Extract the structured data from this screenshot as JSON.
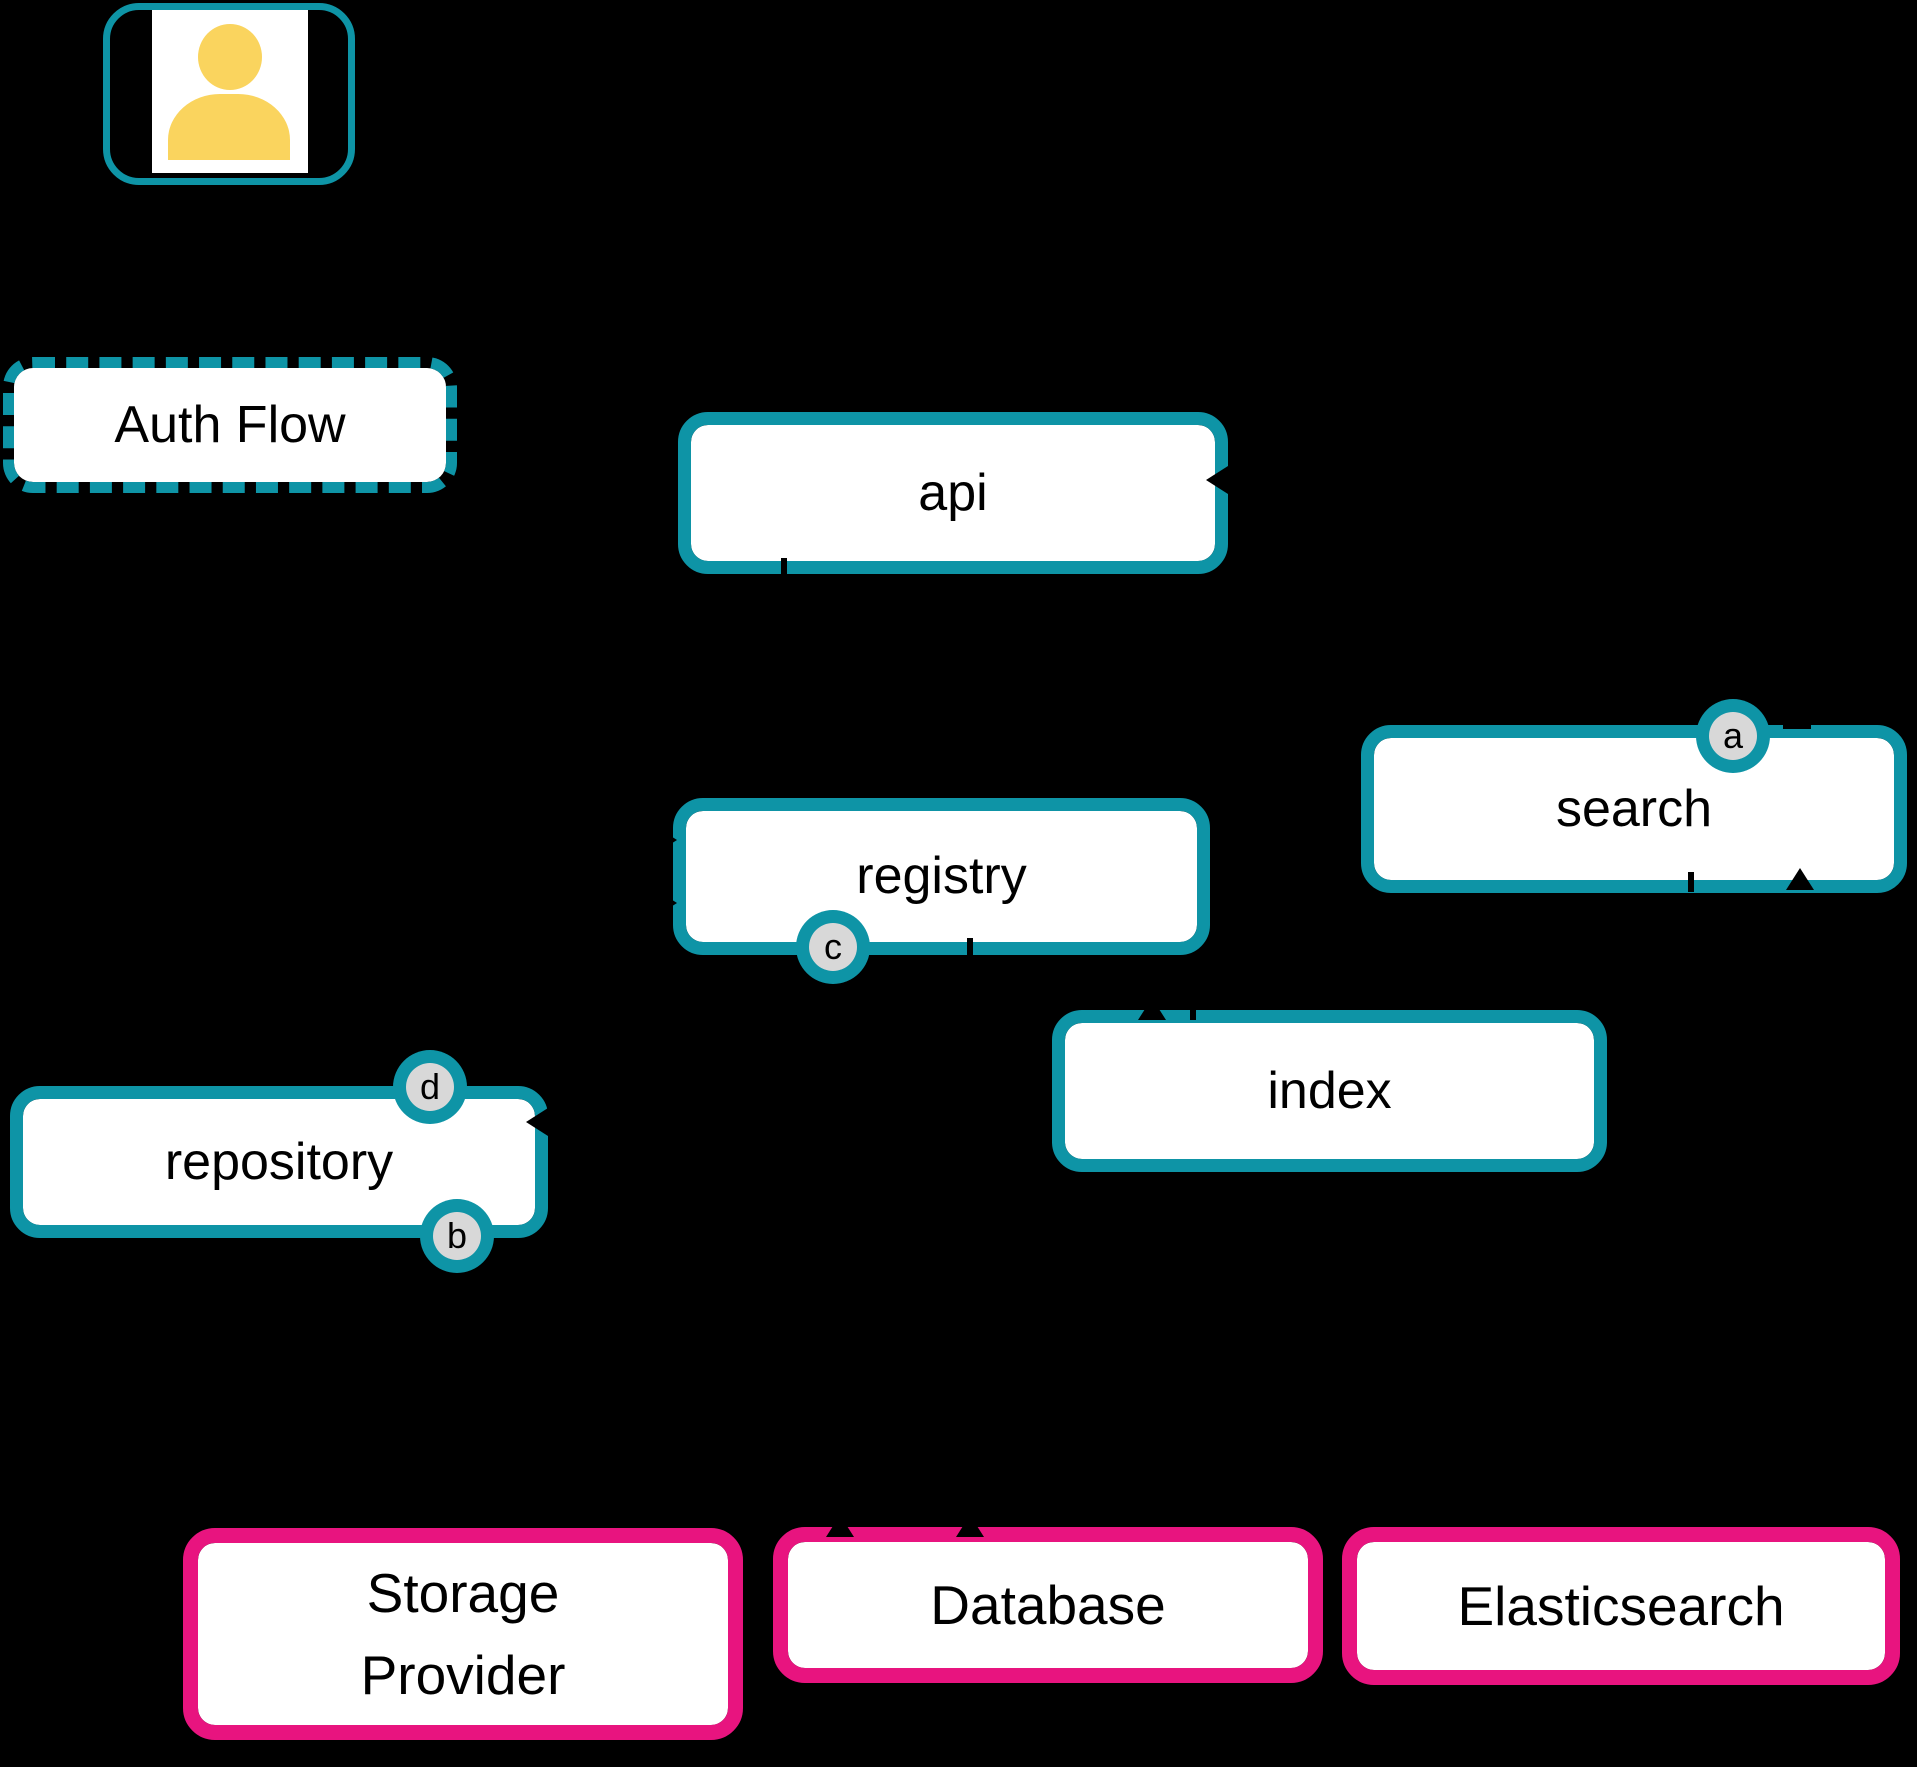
{
  "diagram": {
    "background": "#000000",
    "colors": {
      "teal": "#0E94A6",
      "pink": "#E8147F",
      "badge_fill": "#D8D8D8",
      "node_fill": "#FFFFFF",
      "person_yellow": "#FAD45E",
      "text": "#000000"
    },
    "actor": {
      "icon": "person-icon"
    },
    "nodes": [
      {
        "id": "auth-flow",
        "label": "Auth Flow",
        "style": "teal-dashed"
      },
      {
        "id": "api",
        "label": "api",
        "style": "teal"
      },
      {
        "id": "search",
        "label": "search",
        "style": "teal",
        "badge": "a"
      },
      {
        "id": "registry",
        "label": "registry",
        "style": "teal",
        "badge": "c"
      },
      {
        "id": "index",
        "label": "index",
        "style": "teal"
      },
      {
        "id": "repository",
        "label": "repository",
        "style": "teal",
        "badges": [
          "d",
          "b"
        ]
      },
      {
        "id": "storage-provider",
        "label": "Storage Provider",
        "lines": [
          "Storage",
          "Provider"
        ],
        "style": "pink"
      },
      {
        "id": "database",
        "label": "Database",
        "style": "pink"
      },
      {
        "id": "elasticsearch",
        "label": "Elasticsearch",
        "style": "pink"
      }
    ],
    "badges": [
      {
        "letter": "a",
        "attached_to": "search",
        "position": "top-right"
      },
      {
        "letter": "b",
        "attached_to": "repository",
        "position": "bottom-right"
      },
      {
        "letter": "c",
        "attached_to": "registry",
        "position": "bottom-left"
      },
      {
        "letter": "d",
        "attached_to": "repository",
        "position": "top-right"
      }
    ]
  }
}
